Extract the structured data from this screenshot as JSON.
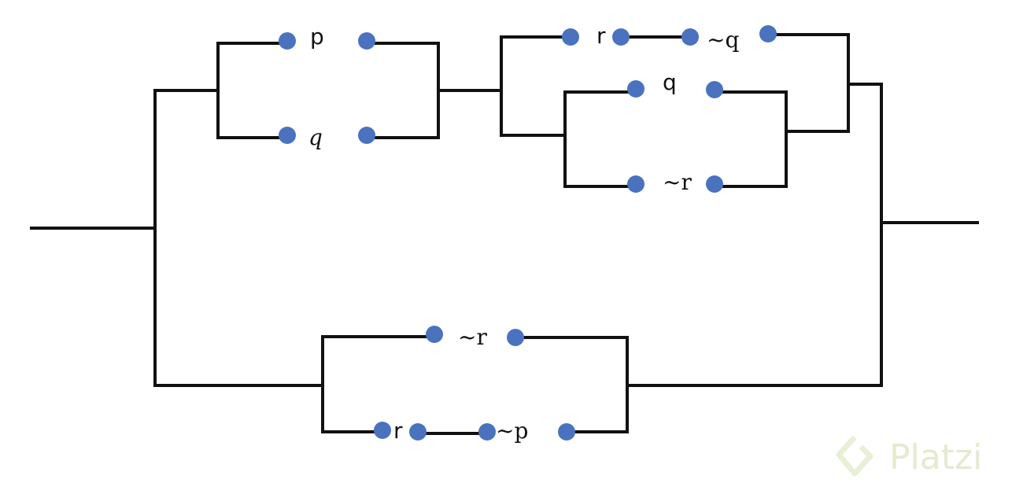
{
  "labels": {
    "p_top": "p",
    "q_top": "q",
    "r_upper": "r",
    "not_q": "~q",
    "q_inner": "q",
    "not_r_inner": "~r",
    "not_r_bottom": "~r",
    "r_bottom": "r",
    "not_p": "~p"
  },
  "watermark": {
    "text": "Platzi"
  },
  "colors": {
    "wire": "#111111",
    "node": "#4a72bf",
    "watermark": "#e4ead0"
  }
}
